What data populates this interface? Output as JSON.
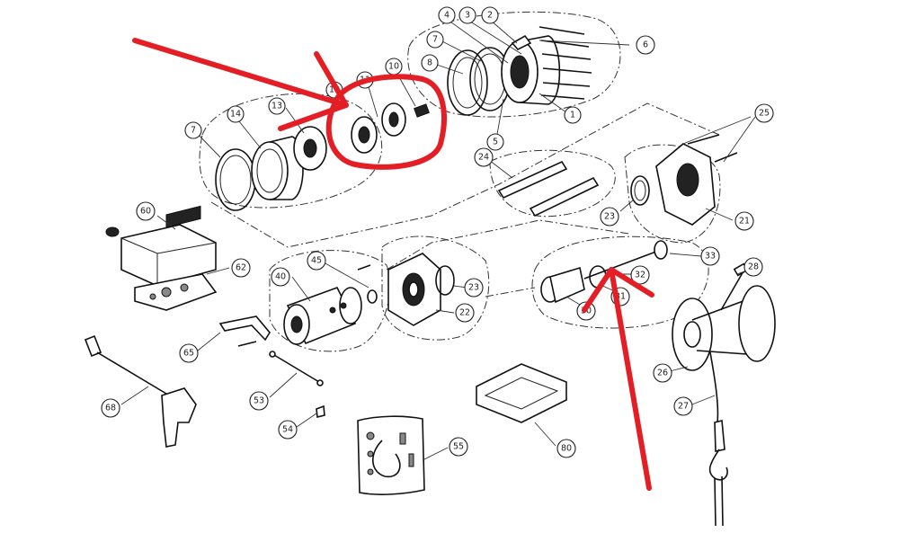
{
  "colors": {
    "annotation_red": "#e31e24",
    "line": "#111111",
    "background": "#ffffff"
  },
  "callouts": {
    "c2": "2",
    "c3": "3",
    "c4": "4",
    "c6": "6",
    "c7a": "7",
    "c8": "8",
    "c1": "1",
    "c5": "5",
    "c10": "10",
    "c11": "11",
    "c12": "12",
    "c13": "13",
    "c14": "14",
    "c7b": "7",
    "c25": "25",
    "c24": "24",
    "c23a": "23",
    "c21": "21",
    "c60": "60",
    "c62": "62",
    "c40": "40",
    "c45": "45",
    "c23b": "23",
    "c22": "22",
    "c33": "33",
    "c32": "32",
    "c31": "31",
    "c30": "30",
    "c28": "28",
    "c26": "26",
    "c27": "27",
    "c65": "65",
    "c53": "53",
    "c54": "54",
    "c68": "68",
    "c55": "55",
    "c80": "80"
  }
}
